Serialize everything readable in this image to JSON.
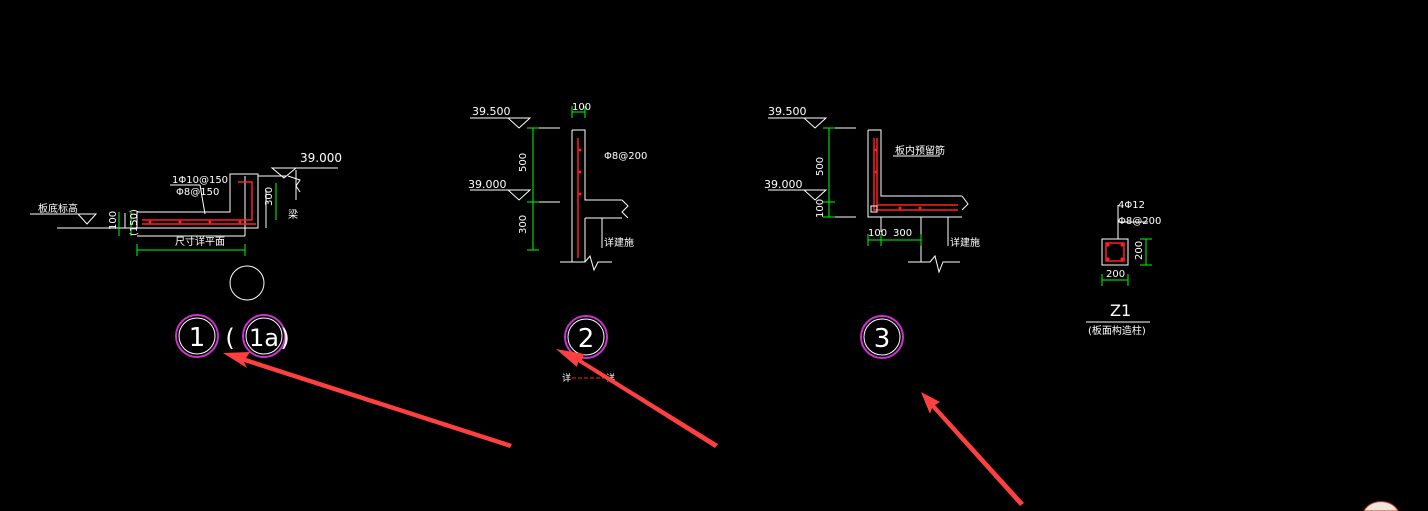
{
  "colors": {
    "background": "#000000",
    "line": "#ffffff",
    "dimension": "#00ff00",
    "rebar": "#ff2020",
    "bubble": "#cc33cc",
    "arrow": "#ff4040"
  },
  "detail1": {
    "level_top": "39.000",
    "rebar_top": "1Φ10@150",
    "rebar_stirrup": "Φ8@150",
    "left_label": "板底标高",
    "dim_100": "100",
    "dim_150": "(150)",
    "dim_300": "300",
    "dim_bottom": "尺寸详平面",
    "right_tick": "梁",
    "bubble_main": "1",
    "bubble_alt": "1a",
    "paren_open": "(",
    "paren_close": ")"
  },
  "detail2": {
    "level_top": "39.500",
    "level_mid": "39.000",
    "dim_100": "100",
    "dim_500": "500",
    "dim_300": "300",
    "rebar": "Φ8@200",
    "wall_label": "详建施",
    "bubble": "2",
    "note_left": "详",
    "note_right": "详"
  },
  "detail3": {
    "level_top": "39.500",
    "level_mid": "39.000",
    "dim_500": "500",
    "dim_100": "100",
    "dim_100b": "100",
    "dim_300": "300",
    "rebar_note": "板内预留筋",
    "wall_label": "详建施",
    "bubble": "3"
  },
  "column": {
    "rebar_main": "4Φ12",
    "rebar_stirrup": "Φ8@200",
    "dim_width": "200",
    "dim_height": "200",
    "name": "Z1",
    "note": "(板面构造柱)"
  }
}
